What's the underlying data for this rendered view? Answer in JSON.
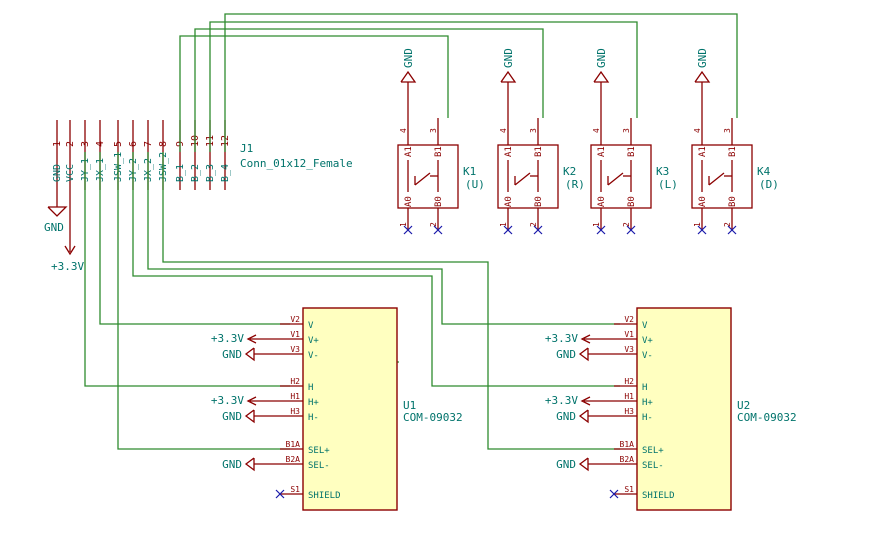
{
  "connector": {
    "ref": "J1",
    "value": "Conn_01x12_Female",
    "pins": [
      {
        "num": "1",
        "name": "GND"
      },
      {
        "num": "2",
        "name": "VCC"
      },
      {
        "num": "3",
        "name": "JY_1"
      },
      {
        "num": "4",
        "name": "JX_1"
      },
      {
        "num": "5",
        "name": "JSW_1"
      },
      {
        "num": "6",
        "name": "JY_2"
      },
      {
        "num": "7",
        "name": "JX_2"
      },
      {
        "num": "8",
        "name": "JSW_2"
      },
      {
        "num": "9",
        "name": "B_1"
      },
      {
        "num": "10",
        "name": "B_2"
      },
      {
        "num": "11",
        "name": "B_3"
      },
      {
        "num": "12",
        "name": "B_4"
      }
    ]
  },
  "power": {
    "gnd": "GND",
    "v33": "+3.3V"
  },
  "switches": [
    {
      "ref": "K1",
      "value": "(U)"
    },
    {
      "ref": "K2",
      "value": "(R)"
    },
    {
      "ref": "K3",
      "value": "(L)"
    },
    {
      "ref": "K4",
      "value": "(D)"
    }
  ],
  "switch_pins": {
    "p1": "1",
    "p2": "2",
    "p3": "3",
    "p4": "4",
    "a1": "A1",
    "b1": "B1",
    "a0": "A0",
    "b0": "B0"
  },
  "joysticks": [
    {
      "ref": "U1",
      "value": "COM-09032"
    },
    {
      "ref": "U2",
      "value": "COM-09032"
    }
  ],
  "joystick_pins": [
    {
      "num": "V2",
      "name": "V"
    },
    {
      "num": "V1",
      "name": "V+"
    },
    {
      "num": "V3",
      "name": "V-"
    },
    {
      "num": "H2",
      "name": "H"
    },
    {
      "num": "H1",
      "name": "H+"
    },
    {
      "num": "H3",
      "name": "H-"
    },
    {
      "num": "B1A",
      "name": "SEL+"
    },
    {
      "num": "B2A",
      "name": "SEL-"
    },
    {
      "num": "S1",
      "name": "SHIELD"
    }
  ]
}
